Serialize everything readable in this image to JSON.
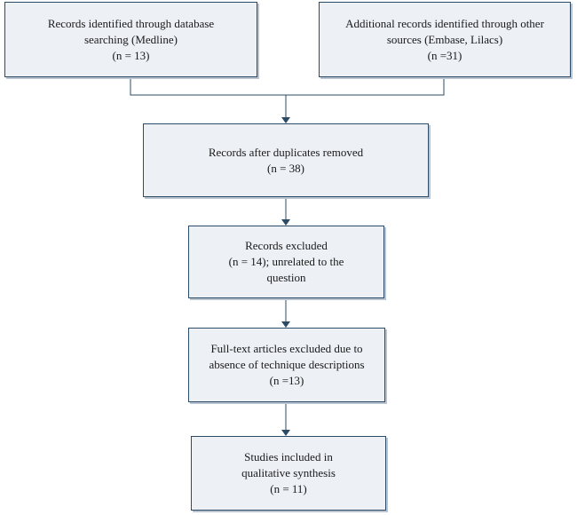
{
  "flowchart": {
    "medline_box": {
      "lines": [
        "Records identified through database",
        "searching (Medline)",
        "(n = 13)"
      ]
    },
    "other_sources_box": {
      "lines": [
        "Additional records identified through other",
        "sources (Embase, Lilacs)",
        "(n =31)"
      ]
    },
    "duplicates_box": {
      "lines": [
        "Records after duplicates removed",
        "(n = 38)"
      ]
    },
    "excluded_box": {
      "lines": [
        "Records excluded",
        "(n = 14); unrelated to the",
        "question"
      ]
    },
    "fulltext_box": {
      "lines": [
        "Full-text articles excluded due to",
        "absence of technique descriptions",
        "(n =13)"
      ]
    },
    "included_box": {
      "lines": [
        "Studies included in",
        "qualitative synthesis",
        "(n = 11)"
      ]
    }
  },
  "colors": {
    "box_fill": "#edf0f5",
    "box_border": "#2c4b66",
    "connector": "#2c4b66"
  }
}
